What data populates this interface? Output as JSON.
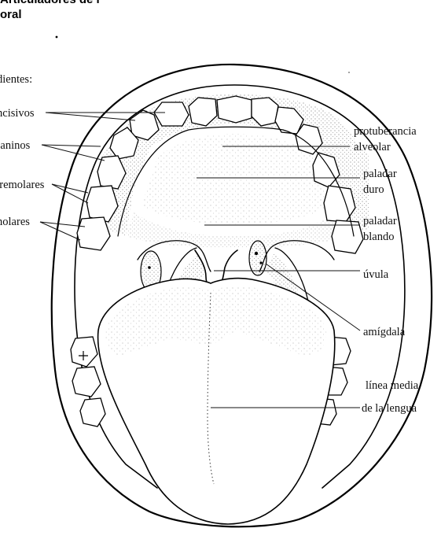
{
  "header": {
    "line1": "Articuladores de l",
    "line2": "oral"
  },
  "labels": {
    "dientes": "dientes:",
    "incisivos": "incisivos",
    "caninos": "caninos",
    "premolares": "premolares",
    "molares": "molares",
    "protuberancia_l1": "protuberancia",
    "protuberancia_l2": "alveolar",
    "paladar_duro_l1": "paladar",
    "paladar_duro_l2": "duro",
    "paladar_blando_l1": "paladar",
    "paladar_blando_l2": "blando",
    "uvula": "úvula",
    "amigdala": "amígdala",
    "linea_l1": "línea media",
    "linea_l2": "de la lengua"
  }
}
